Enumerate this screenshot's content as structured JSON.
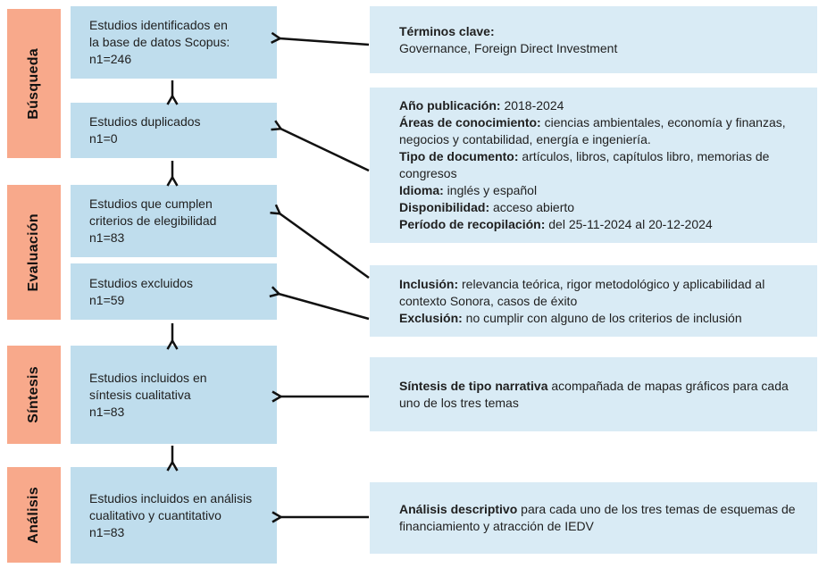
{
  "colors": {
    "stage_bg": "#F8A98B",
    "flow_box_bg": "#BFDDED",
    "criteria_box_bg": "#D9EBF5",
    "arrow": "#111111",
    "text": "#1F1F1F"
  },
  "stages": [
    {
      "label": "Búsqueda"
    },
    {
      "label": "Evaluación"
    },
    {
      "label": "Síntesis"
    },
    {
      "label": "Análisis"
    }
  ],
  "flow": [
    {
      "lines": [
        "Estudios identificados en",
        "la base de datos Scopus:",
        "n1=246"
      ]
    },
    {
      "lines": [
        "Estudios duplicados",
        "n1=0"
      ]
    },
    {
      "lines": [
        "Estudios que cumplen",
        "criterios de elegibilidad",
        "n1=83"
      ]
    },
    {
      "lines": [
        "Estudios excluidos",
        "n1=59"
      ]
    },
    {
      "lines": [
        "Estudios incluidos en",
        "síntesis cualitativa",
        "n1=83"
      ]
    },
    {
      "lines": [
        "Estudios incluidos en análisis",
        "cualitativo y cuantitativo",
        "n1=83"
      ]
    }
  ],
  "criteria": [
    {
      "lines": [
        {
          "label": "Términos clave:",
          "rest": ""
        },
        {
          "label": "",
          "rest": "Governance, Foreign Direct Investment"
        }
      ]
    },
    {
      "lines": [
        {
          "label": "Año publicación:",
          "rest": "  2018-2024"
        },
        {
          "label": "Áreas de conocimiento:",
          "rest": " ciencias ambientales, economía y finanzas, negocios y contabilidad, energía e ingeniería."
        },
        {
          "label": "Tipo de documento:",
          "rest": " artículos, libros, capítulos libro, memorias de congresos"
        },
        {
          "label": "Idioma:",
          "rest": " inglés y español"
        },
        {
          "label": "Disponibilidad:",
          "rest": " acceso abierto"
        },
        {
          "label": "Período de recopilación:",
          "rest": " del 25-11-2024 al 20-12-2024"
        }
      ]
    },
    {
      "lines": [
        {
          "label": "Inclusión:",
          "rest": " relevancia teórica, rigor metodológico y aplicabilidad al contexto Sonora, casos de éxito"
        },
        {
          "label": "Exclusión:",
          "rest": " no cumplir con alguno de los criterios de inclusión"
        }
      ]
    },
    {
      "lines": [
        {
          "label": "Síntesis de tipo narrativa",
          "rest": " acompañada de mapas gráficos para cada uno de los tres temas"
        }
      ]
    },
    {
      "lines": [
        {
          "label": "Análisis descriptivo",
          "rest": " para cada uno de los tres temas de esquemas de financiamiento y atracción de IEDV"
        }
      ]
    }
  ]
}
